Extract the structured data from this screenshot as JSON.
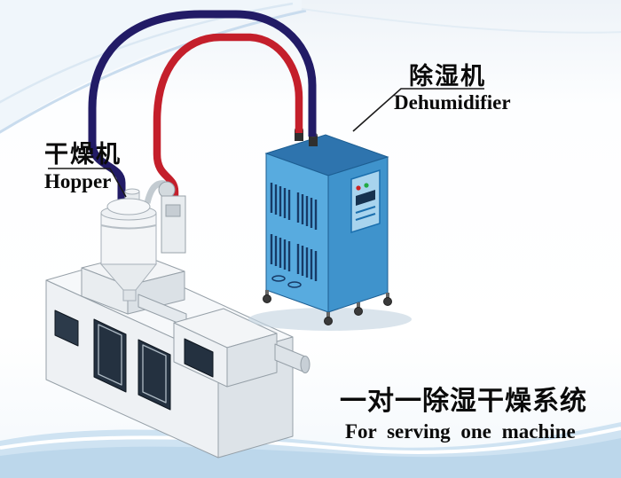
{
  "labels": {
    "hopper_cn": "干燥机",
    "hopper_en": "Hopper",
    "dehumidifier_cn": "除湿机",
    "dehumidifier_en": "Dehumidifier",
    "caption_cn": "一对一除湿干燥系统",
    "caption_en": "For serving one machine"
  },
  "colors": {
    "pipe_red": "#c41f2b",
    "pipe_navy": "#221b66",
    "cabinet_front": "#58abdf",
    "cabinet_side": "#3f93cc",
    "cabinet_top": "#2e74ae",
    "cabinet_panel": "#a8d4ee",
    "machine_light": "#eef1f4",
    "background_wave": "#cfe3f2"
  }
}
